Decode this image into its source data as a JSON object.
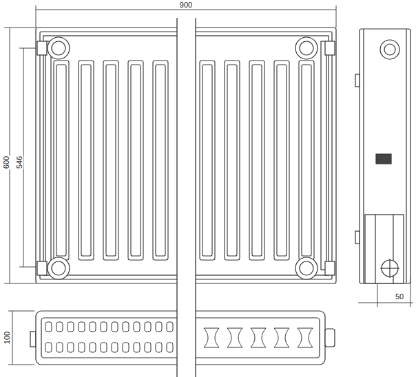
{
  "diagram": {
    "labels": [
      "900",
      "600",
      "546",
      "100",
      "50"
    ]
  }
}
